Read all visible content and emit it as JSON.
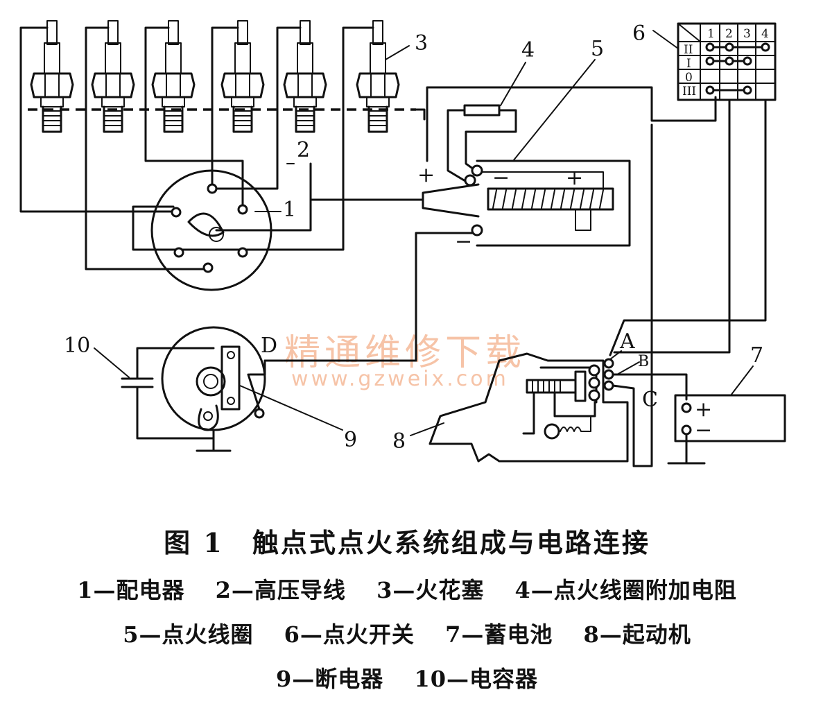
{
  "figure": {
    "title": "图 1　触点式点火系统组成与电路连接",
    "watermark_cn": "精通维修下载",
    "watermark_url": "www.gzweix.com",
    "legend_rows": [
      [
        "1—配电器",
        "2—高压导线",
        "3—火花塞",
        "4—点火线圈附加电阻"
      ],
      [
        "5—点火线圈",
        "6—点火开关",
        "7—蓄电池",
        "8—起动机"
      ],
      [
        "9—断电器",
        "10—电容器"
      ]
    ]
  },
  "callouts": {
    "n1": "1",
    "n2": "2",
    "n3": "3",
    "n4": "4",
    "n5": "5",
    "n6": "6",
    "n7": "7",
    "n8": "8",
    "n9": "9",
    "n10": "10"
  },
  "terminals": {
    "A": "A",
    "B": "B",
    "C": "C",
    "D": "D",
    "plus": "+",
    "minus": "−"
  },
  "switch_table": {
    "columns": [
      "1",
      "2",
      "3",
      "4"
    ],
    "rows": [
      "II",
      "I",
      "0",
      "III"
    ]
  }
}
